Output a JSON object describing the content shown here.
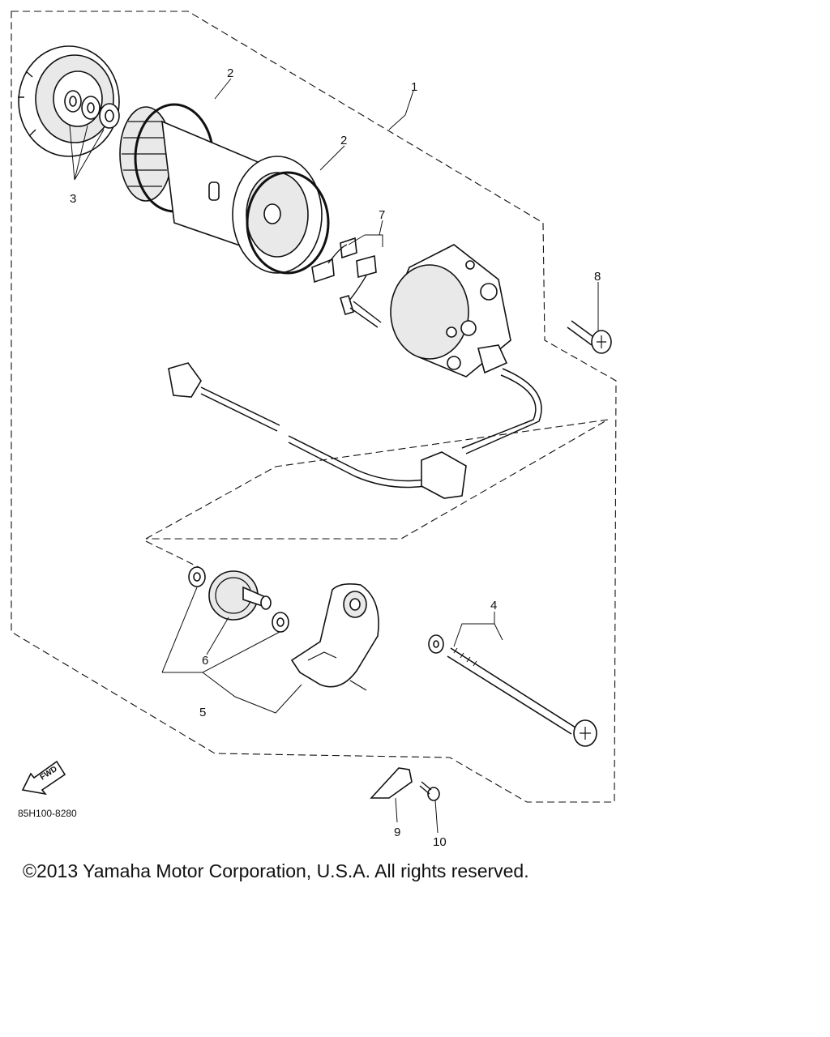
{
  "diagram": {
    "callouts": {
      "c1": "1",
      "c2a": "2",
      "c2b": "2",
      "c3": "3",
      "c4": "4",
      "c5": "5",
      "c6": "6",
      "c7": "7",
      "c8": "8",
      "c9": "9",
      "c10": "10"
    },
    "fwd_label": "FWD",
    "drawing_code": "85H100-8280"
  },
  "footer": {
    "copyright": "©2013 Yamaha Motor Corporation, U.S.A. All rights reserved."
  },
  "colors": {
    "line": "#111111",
    "background": "#ffffff"
  }
}
